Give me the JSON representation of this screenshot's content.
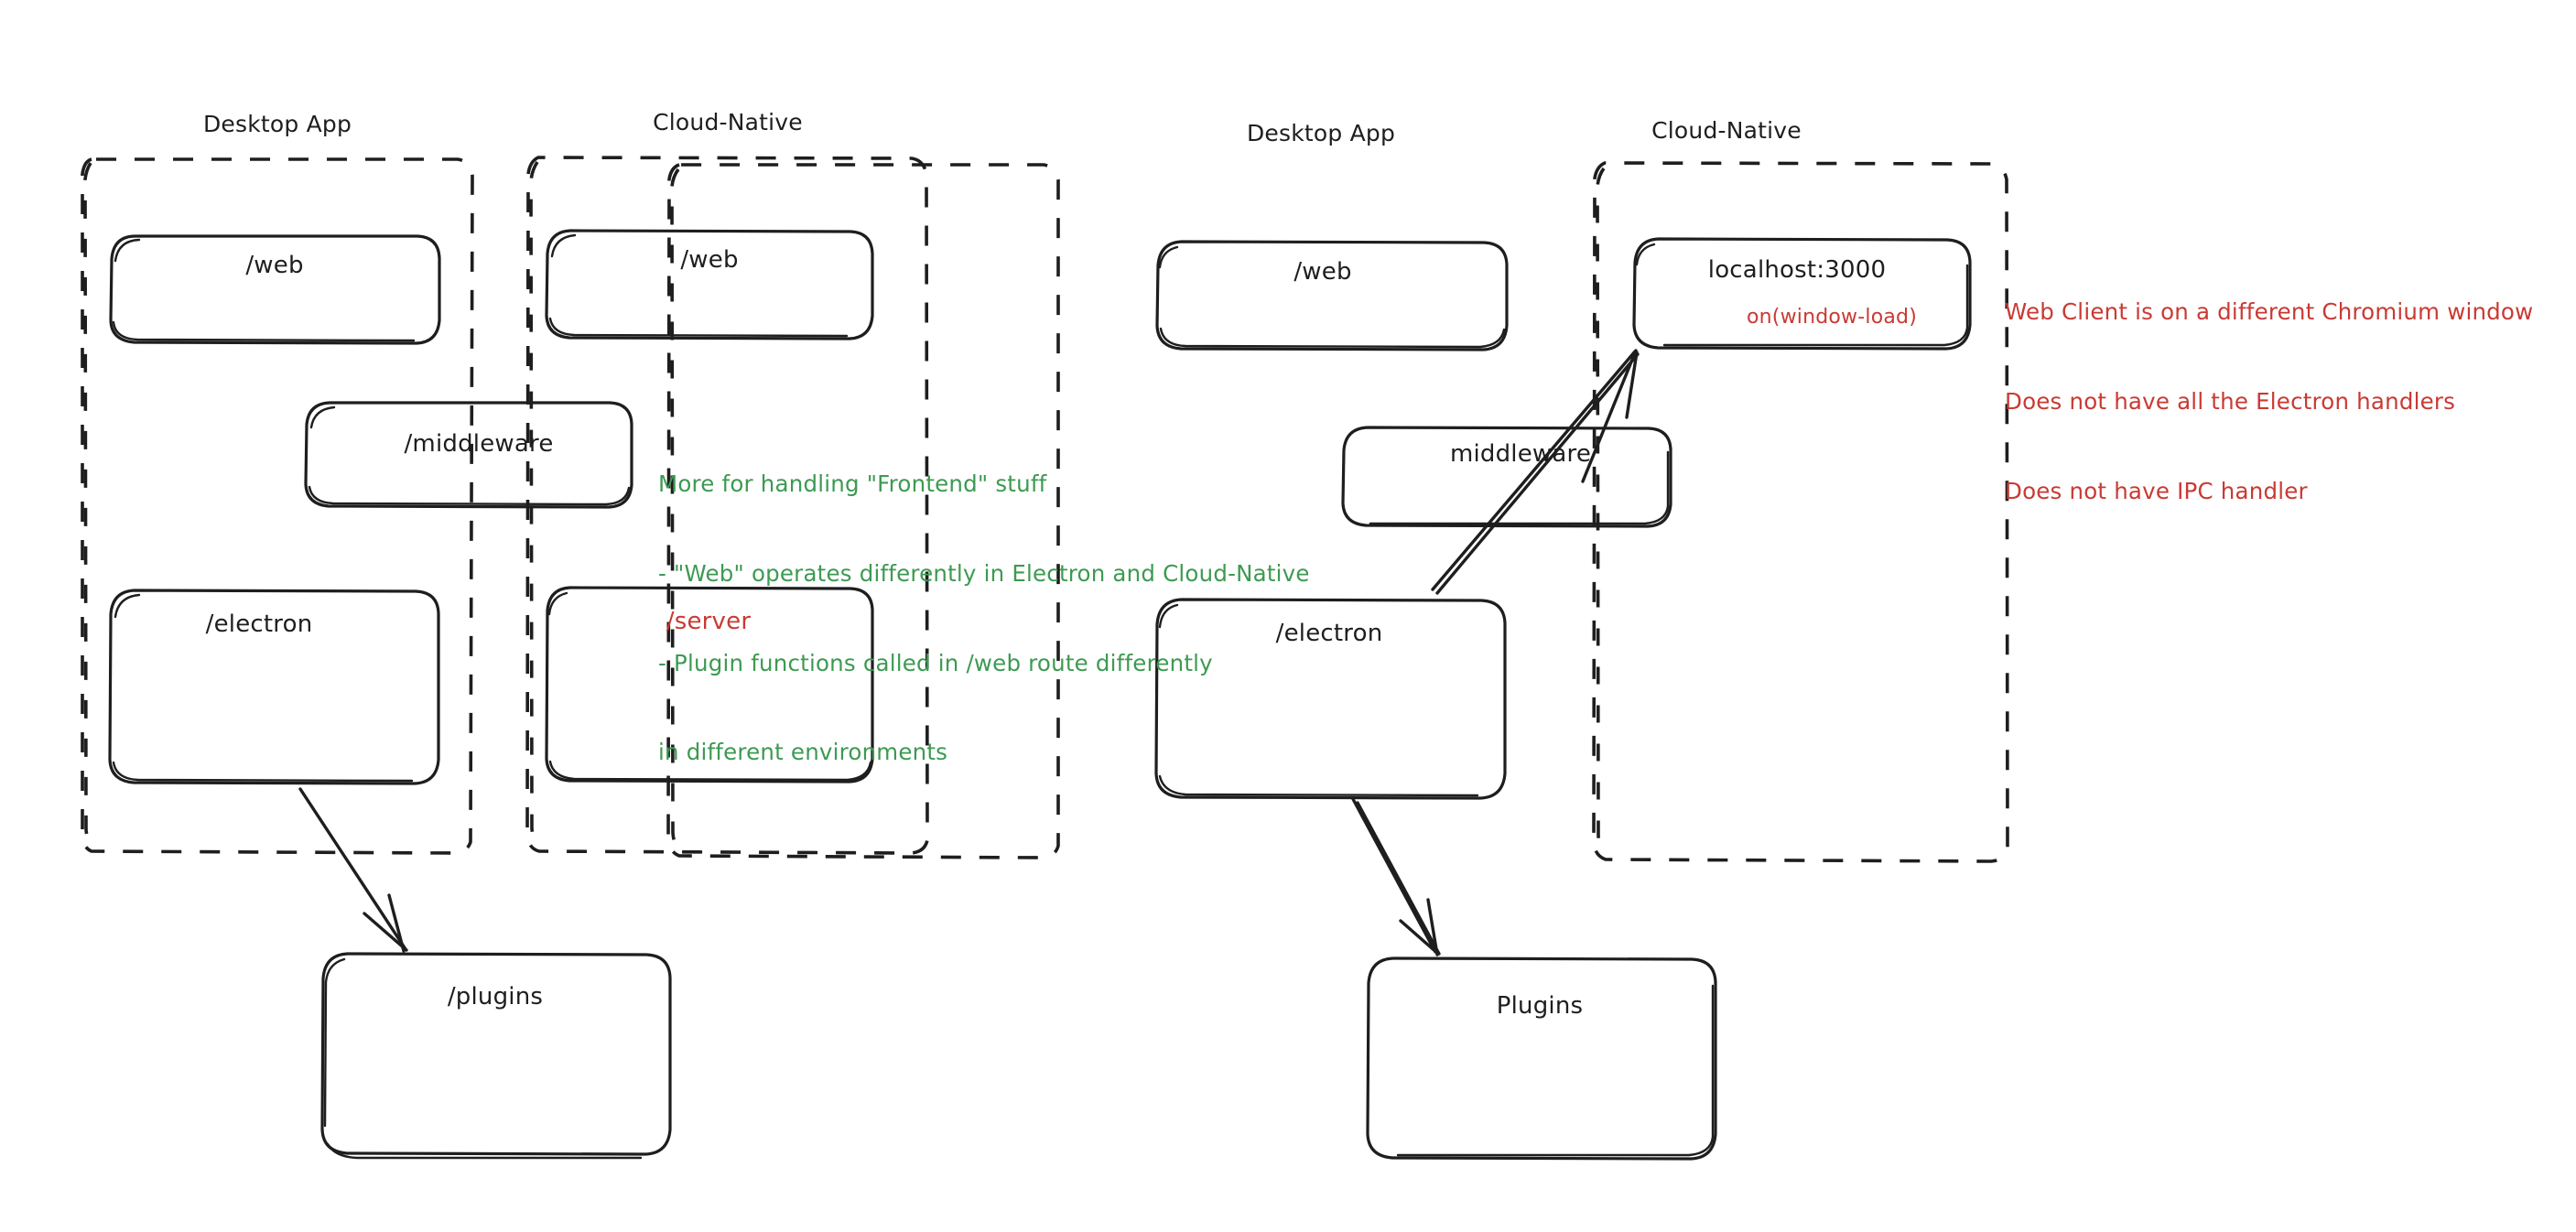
{
  "diagram": {
    "title": "Electron Desktop App vs Cloud-Native architecture comparison",
    "colors": {
      "stroke": "#1e1e1e",
      "background": "#ffffff",
      "green_note": "#3d9a52",
      "red_note": "#c93a33"
    },
    "panels": [
      {
        "id": "left-panel",
        "groups": [
          {
            "id": "left-desktop-app",
            "label": "Desktop App"
          },
          {
            "id": "left-cloud-native",
            "label": "Cloud-Native"
          }
        ],
        "nodes": [
          {
            "id": "left-desktop-web",
            "label": "/web",
            "color": "#1e1e1e"
          },
          {
            "id": "left-cloud-web",
            "label": "/web",
            "color": "#1e1e1e"
          },
          {
            "id": "left-middleware",
            "label": "/middleware",
            "color": "#1e1e1e"
          },
          {
            "id": "left-electron",
            "label": "/electron",
            "color": "#1e1e1e"
          },
          {
            "id": "left-server",
            "label": "/server",
            "color": "#c93a33"
          },
          {
            "id": "left-plugins",
            "label": "/plugins",
            "color": "#1e1e1e"
          }
        ],
        "arrows": [
          {
            "id": "left-electron-to-plugins",
            "from": "left-electron",
            "to": "left-plugins"
          }
        ]
      },
      {
        "id": "right-panel",
        "groups": [
          {
            "id": "right-desktop-app",
            "label": "Desktop App"
          },
          {
            "id": "right-cloud-native",
            "label": "Cloud-Native"
          }
        ],
        "nodes": [
          {
            "id": "right-desktop-web",
            "label": "/web",
            "color": "#1e1e1e"
          },
          {
            "id": "right-localhost",
            "label": "localhost:3000",
            "sublabel": "on(window-load)",
            "color": "#1e1e1e",
            "sublabel_color": "#c93a33"
          },
          {
            "id": "right-middleware",
            "label": "middleware",
            "color": "#1e1e1e"
          },
          {
            "id": "right-electron",
            "label": "/electron",
            "color": "#1e1e1e"
          },
          {
            "id": "right-plugins",
            "label": "Plugins",
            "color": "#1e1e1e"
          }
        ],
        "arrows": [
          {
            "id": "right-electron-to-plugins",
            "from": "right-electron",
            "to": "right-plugins"
          },
          {
            "id": "right-electron-to-localhost",
            "from": "right-electron",
            "to": "right-localhost"
          }
        ]
      }
    ],
    "notes": [
      {
        "id": "green-note",
        "color": "#3d9a52",
        "lines": [
          "More for handling \"Frontend\" stuff",
          "- \"Web\" operates differently in Electron and Cloud-Native",
          "- Plugin functions called in /web route differently",
          "in different environments"
        ]
      },
      {
        "id": "red-note",
        "color": "#c93a33",
        "lines": [
          "Web Client is on a different Chromium window",
          "Does not have all the Electron handlers",
          "Does not have IPC handler"
        ]
      }
    ]
  }
}
